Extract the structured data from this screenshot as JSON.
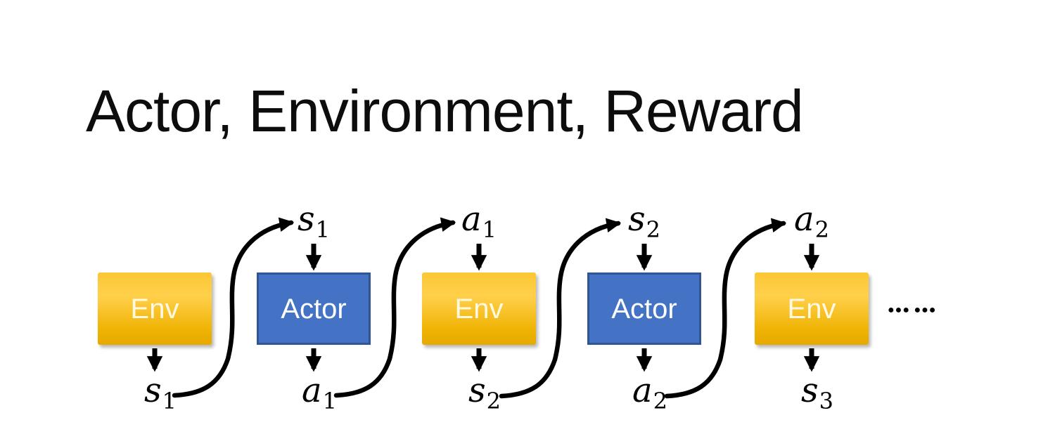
{
  "title": "Actor, Environment, Reward",
  "diagram": {
    "boxes": [
      {
        "label": "Env",
        "type": "env"
      },
      {
        "label": "Actor",
        "type": "actor"
      },
      {
        "label": "Env",
        "type": "env"
      },
      {
        "label": "Actor",
        "type": "actor"
      },
      {
        "label": "Env",
        "type": "env"
      }
    ],
    "top_labels": [
      {
        "base": "s",
        "sub": "1"
      },
      {
        "base": "a",
        "sub": "1"
      },
      {
        "base": "s",
        "sub": "2"
      },
      {
        "base": "a",
        "sub": "2"
      }
    ],
    "bottom_labels": [
      {
        "base": "s",
        "sub": "1"
      },
      {
        "base": "a",
        "sub": "1"
      },
      {
        "base": "s",
        "sub": "2"
      },
      {
        "base": "a",
        "sub": "2"
      },
      {
        "base": "s",
        "sub": "3"
      }
    ],
    "ellipsis": "●●● ●●●",
    "colors": {
      "env_gradient_top": "#FCC735",
      "env_gradient_mid": "#FFD04B",
      "env_gradient_bottom": "#E5A900",
      "env_text": "#FFF9E3",
      "actor_fill": "#4472C4",
      "actor_border": "#2F5597",
      "actor_text": "#FFFFFF",
      "arrow": "#000000",
      "title_text": "#0D0D0D"
    }
  }
}
